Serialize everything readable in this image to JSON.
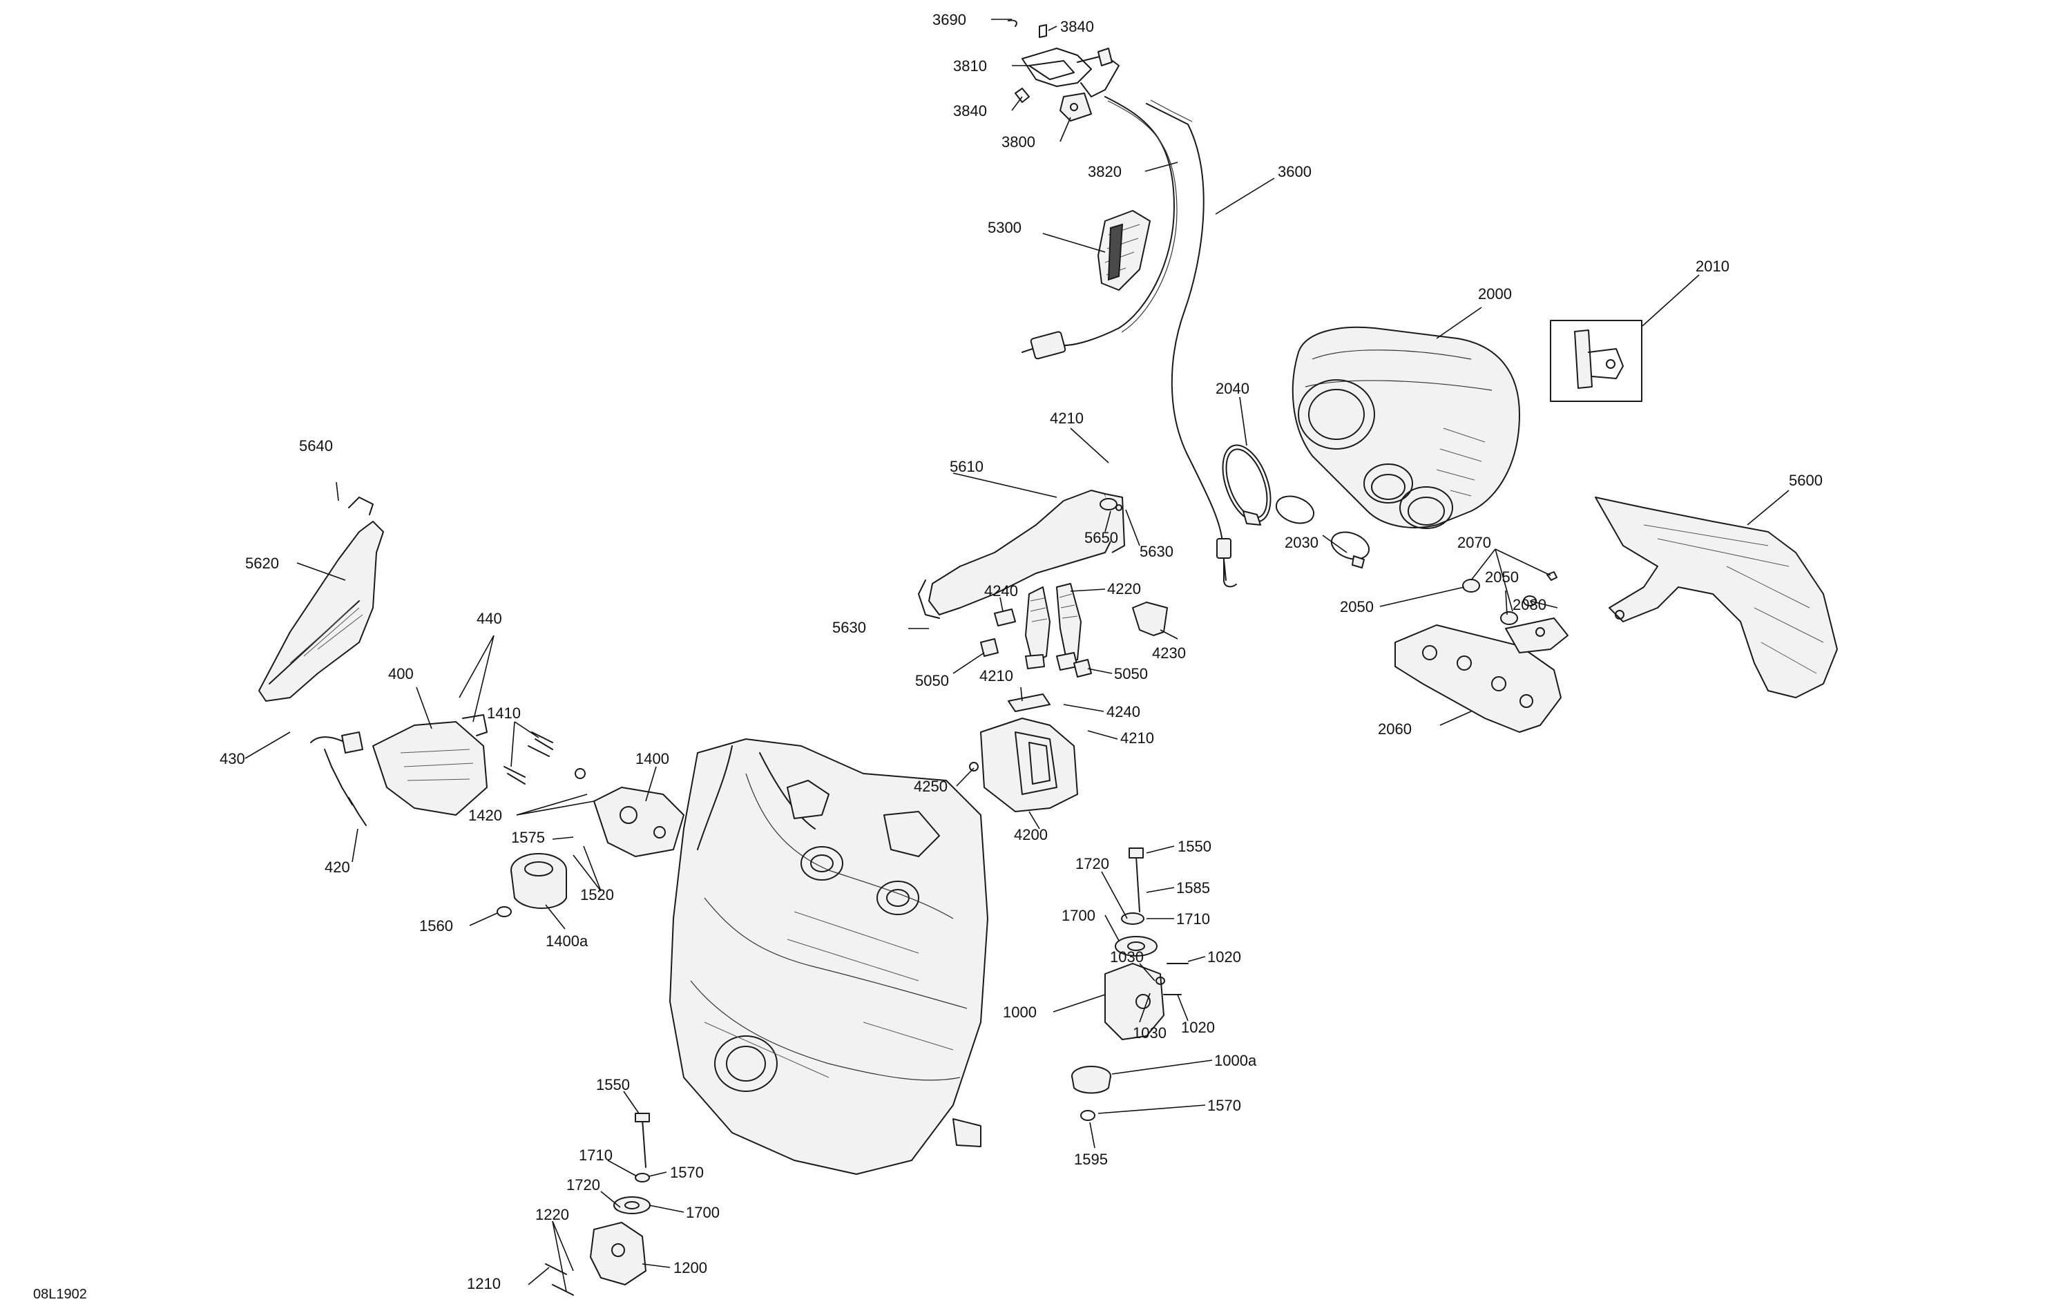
{
  "diagram_code": "08L1902",
  "callouts": [
    "3690",
    "3840",
    "3810",
    "3840",
    "3800",
    "3820",
    "3600",
    "5300",
    "2000",
    "2010",
    "2040",
    "4210",
    "5610",
    "5650",
    "5630",
    "2070",
    "2050",
    "5600",
    "4240",
    "4220",
    "2030",
    "2050",
    "2080",
    "5640",
    "5630",
    "4230",
    "5620",
    "5050",
    "5050",
    "4210",
    "4240",
    "440",
    "400",
    "1410",
    "4210",
    "2060",
    "430",
    "4250",
    "1400",
    "1420",
    "4200",
    "1575",
    "1550",
    "420",
    "1520",
    "1720",
    "1585",
    "1710",
    "1560",
    "1400a",
    "1700",
    "1030",
    "1020",
    "1000",
    "1030",
    "1020",
    "1000a",
    "1570",
    "1595",
    "1550",
    "1710",
    "1570",
    "1720",
    "1700",
    "1220",
    "1210",
    "1200"
  ]
}
